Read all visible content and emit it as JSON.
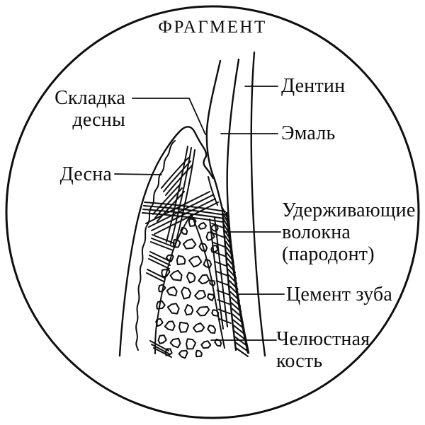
{
  "title": "ФРАГМЕНТ",
  "labels": {
    "gum_fold": "Складка\nдесны",
    "gum": "Десна",
    "dentin": "Дентин",
    "enamel": "Эмаль",
    "retaining_fibers": "Удерживающие\nволокна\n(пародонт)",
    "tooth_cement": "Цемент зуба",
    "jaw_bone": "Челюстная\nкость"
  },
  "colors": {
    "ink": "#0e0e0e",
    "background": "#ffffff"
  }
}
